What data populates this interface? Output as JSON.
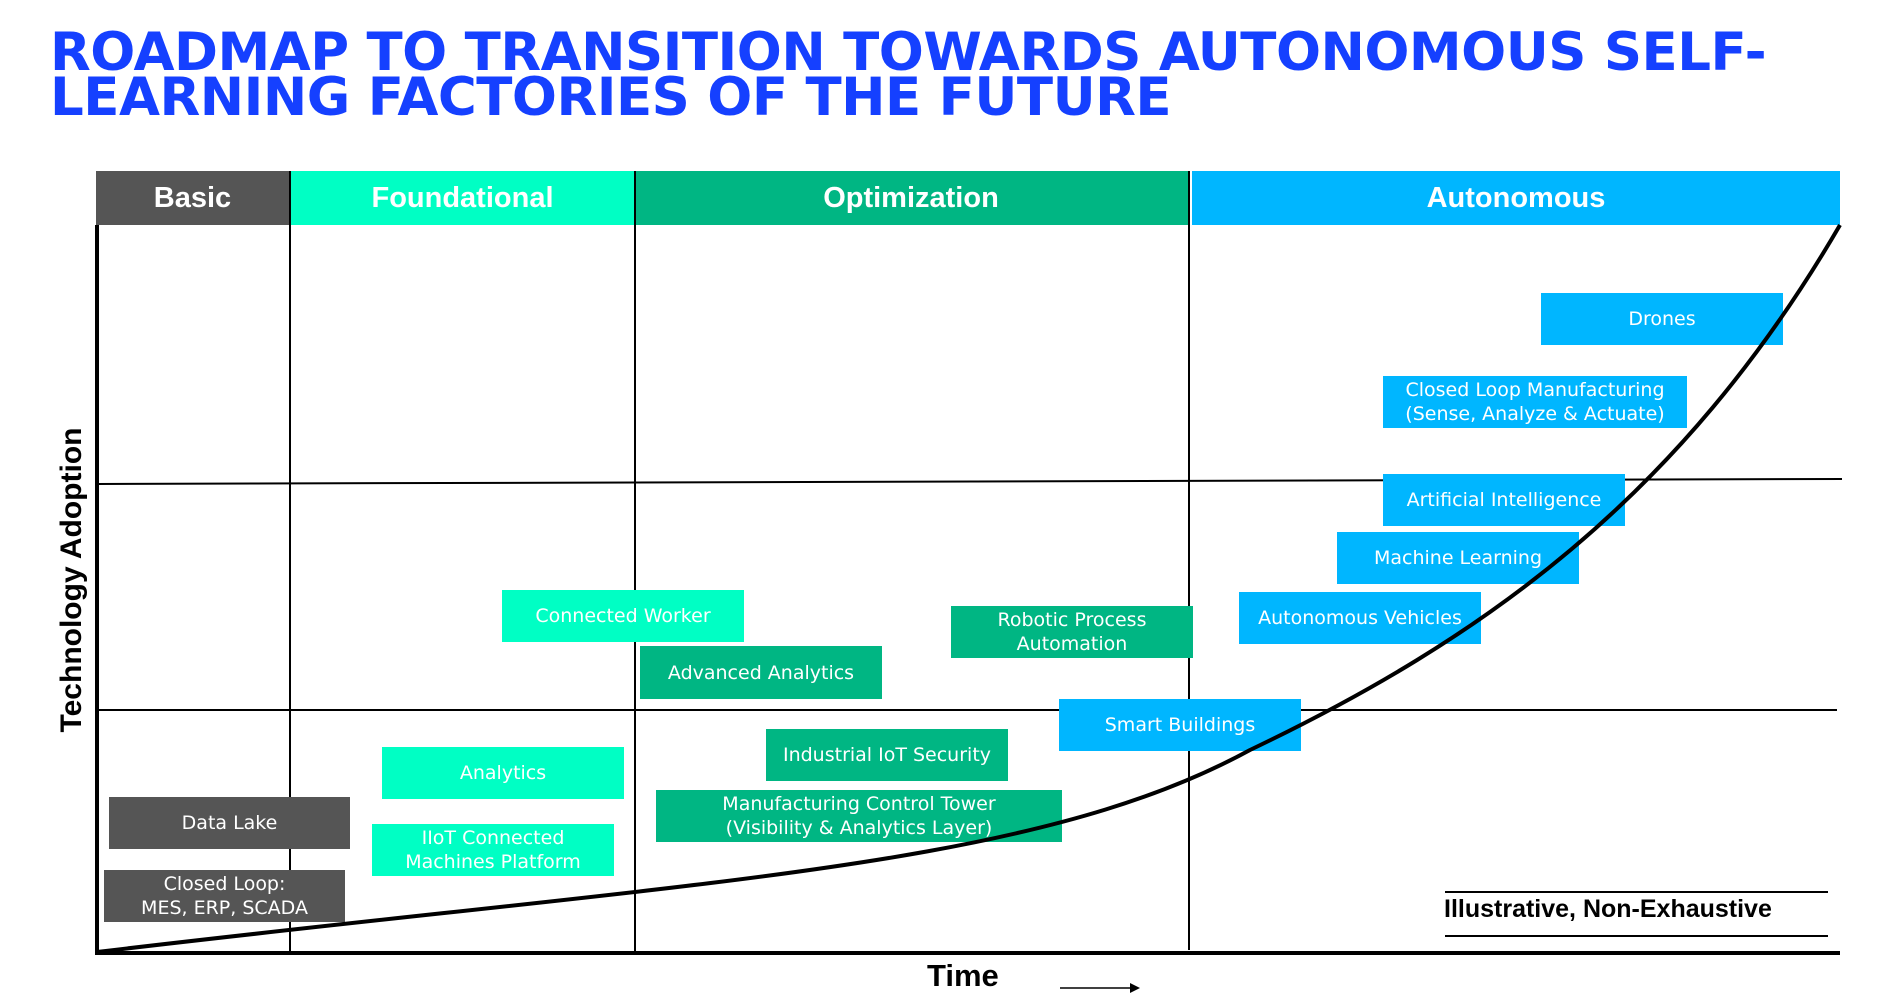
{
  "title": "ROADMAP TO TRANSITION TOWARDS AUTONOMOUS SELF-LEARNING FACTORIES OF THE FUTURE",
  "colors": {
    "title": "#1540ff",
    "basic": "#555555",
    "foundational": "#00ffc4",
    "optimization": "#00b683",
    "autonomous": "#00b6ff"
  },
  "phases": {
    "basic": "Basic",
    "foundational": "Foundational",
    "optimization": "Optimization",
    "autonomous": "Autonomous"
  },
  "y_axis_label": "Technology Adoption",
  "x_axis_label": "Time",
  "note": "Illustrative, Non-Exhaustive",
  "technologies": {
    "data_lake": "Data Lake",
    "closed_loop_1": "Closed Loop:",
    "closed_loop_2": "MES, ERP, SCADA",
    "analytics": "Analytics",
    "iiot_platform_1": "IIoT Connected",
    "iiot_platform_2": "Machines Platform",
    "connected_worker": "Connected Worker",
    "advanced_analytics": "Advanced Analytics",
    "industrial_iot_security": "Industrial IoT Security",
    "control_tower_1": "Manufacturing Control Tower",
    "control_tower_2": "(Visibility & Analytics Layer)",
    "rpa_1": "Robotic Process",
    "rpa_2": "Automation",
    "smart_buildings": "Smart Buildings",
    "autonomous_vehicles": "Autonomous Vehicles",
    "machine_learning": "Machine Learning",
    "artificial_intelligence": "Artificial Intelligence",
    "clm_1": "Closed Loop Manufacturing",
    "clm_2": "(Sense, Analyze & Actuate)",
    "drones": "Drones"
  }
}
